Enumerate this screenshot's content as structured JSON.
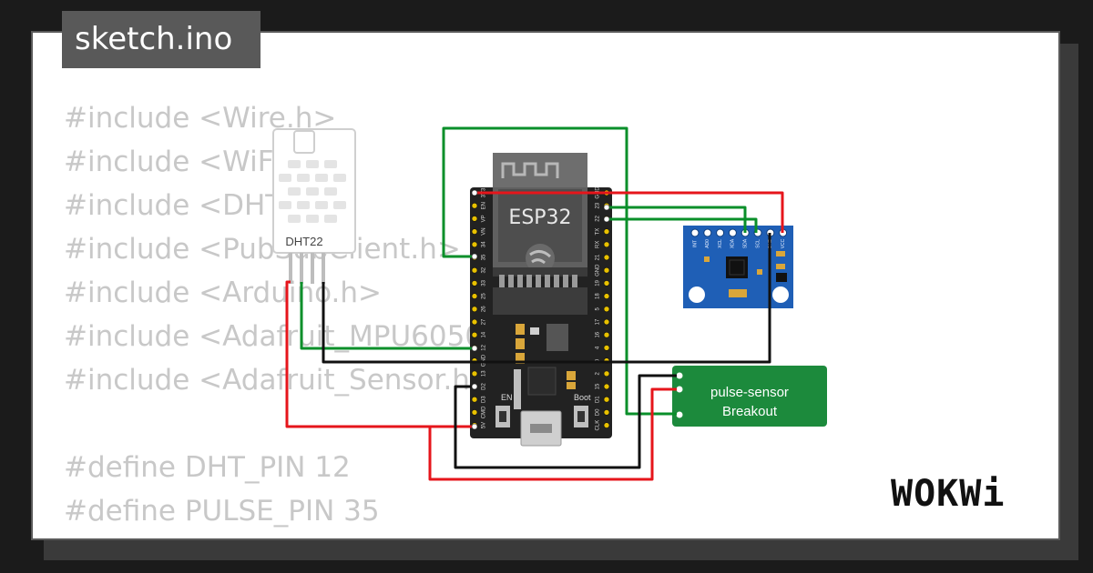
{
  "tab": {
    "title": "sketch.ino"
  },
  "code": {
    "lines": [
      "#include <Wire.h>",
      "#include <WiFi.h>",
      "#include <DHT.h>",
      "#include <PubSubClient.h>",
      "#include <Arduino.h>",
      "#include <Adafruit_MPU6050.h>",
      "#include <Adafruit_Sensor.h>",
      "",
      "#define DHT_PIN 12",
      "#define PULSE_PIN 35"
    ]
  },
  "components": {
    "dht": {
      "label": "DHT22"
    },
    "esp32": {
      "label": "ESP32",
      "en_label": "EN",
      "boot_label": "Boot",
      "left_pins": [
        "3V3",
        "EN",
        "VP",
        "VN",
        "34",
        "35",
        "32",
        "33",
        "25",
        "26",
        "27",
        "14",
        "12",
        "GND",
        "13",
        "D2",
        "D3",
        "CMD",
        "5V"
      ],
      "right_pins": [
        "GND",
        "23",
        "22",
        "TX",
        "RX",
        "21",
        "GND",
        "19",
        "18",
        "5",
        "17",
        "16",
        "4",
        "0",
        "2",
        "15",
        "D1",
        "D0",
        "CLK"
      ]
    },
    "mpu": {
      "pins": [
        "INT",
        "AD0",
        "XCL",
        "XDA",
        "SDA",
        "SCL",
        "GND",
        "VCC"
      ]
    },
    "pulse": {
      "line1": "pulse-sensor",
      "line2": "Breakout"
    }
  },
  "logo": {
    "text": "WOKWi"
  },
  "colors": {
    "wire_green": "#0a8f2a",
    "wire_red": "#e6151b",
    "wire_black": "#111111",
    "esp_board": "#222222",
    "mpu_board": "#1f5fb6",
    "pulse_board": "#1c8a3c"
  }
}
